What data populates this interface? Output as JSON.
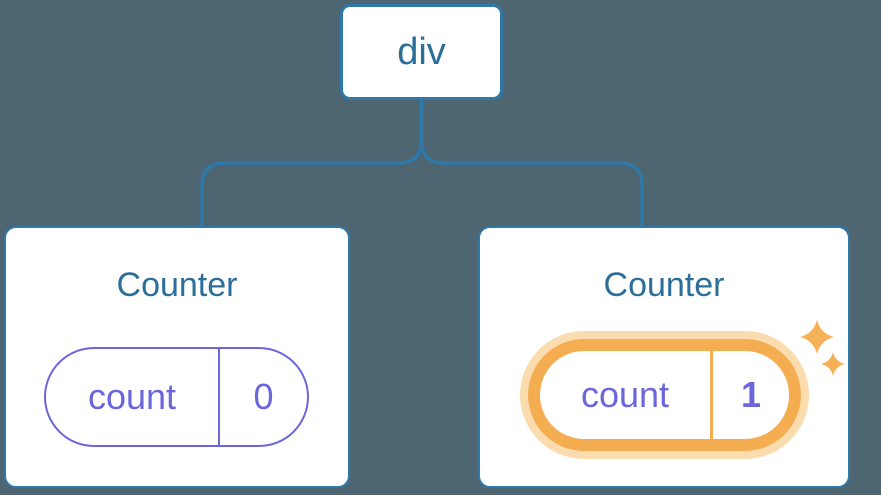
{
  "diagram": {
    "root": {
      "label": "div"
    },
    "children": [
      {
        "title": "Counter",
        "state": {
          "key": "count",
          "value": "0"
        },
        "highlighted": false
      },
      {
        "title": "Counter",
        "state": {
          "key": "count",
          "value": "1"
        },
        "highlighted": true
      }
    ],
    "icons": {
      "highlight": "sparkles"
    },
    "colors": {
      "background": "#4D6672",
      "line_blue": "#2E79A9",
      "text_blue": "#2B6E99",
      "state_purple": "#6C66DD",
      "highlight_orange": "#F5AD52",
      "highlight_halo": "#FBDCAE",
      "sparkle_orange": "#F6B057",
      "node_fill": "#FFFFFF"
    }
  }
}
